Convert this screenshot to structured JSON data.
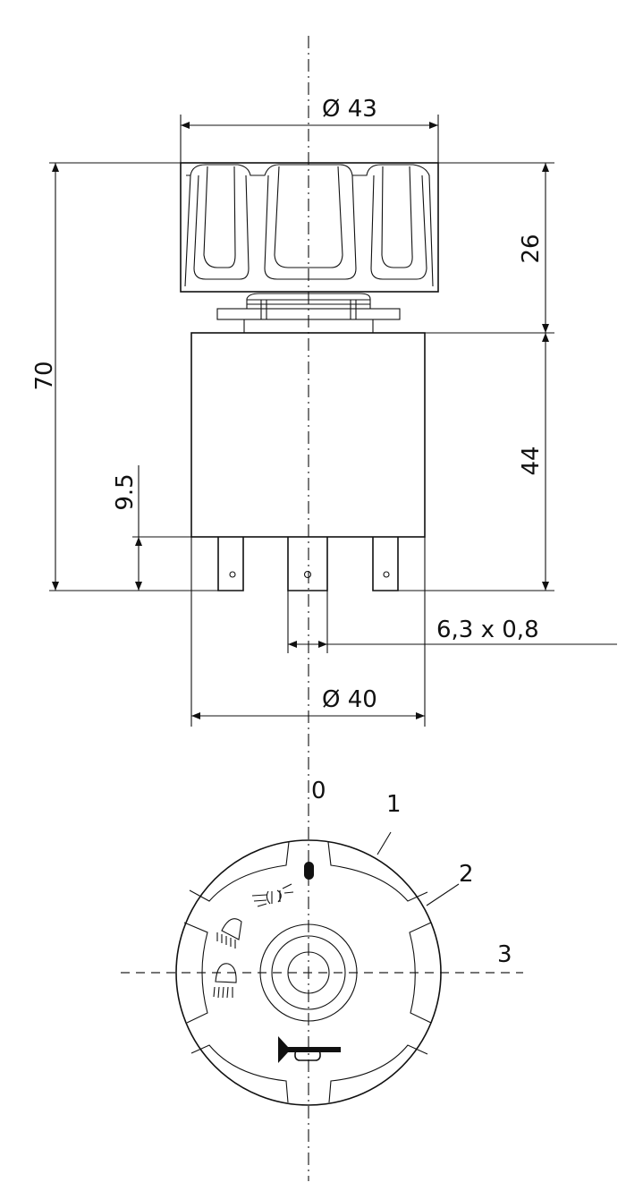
{
  "dimensions": {
    "knob_diameter": "Ø 43",
    "total_height": "70",
    "knob_height": "26",
    "body_height": "44",
    "terminal_length": "9.5",
    "terminal_size": "6,3 x 0,8",
    "body_diameter": "Ø 40"
  },
  "positions": [
    "0",
    "1",
    "2",
    "3"
  ],
  "icons": [
    "parking-light-icon",
    "low-beam-icon",
    "high-beam-icon",
    "horn-icon"
  ]
}
